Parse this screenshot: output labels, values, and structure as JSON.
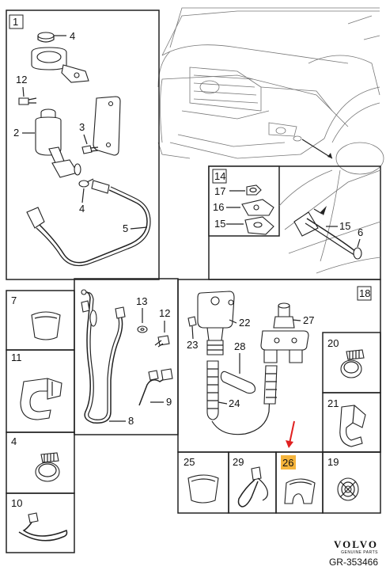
{
  "diagram": {
    "groups": {
      "group1": "1",
      "group14": "14",
      "group18": "18"
    },
    "parts": {
      "p4_top": "4",
      "p12_top": "12",
      "p2": "2",
      "p3": "3",
      "p4_mid": "4",
      "p5": "5",
      "p17": "17",
      "p16": "16",
      "p15_inset": "15",
      "p15_car": "15",
      "p6": "6",
      "p7": "7",
      "p13": "13",
      "p12_mid": "12",
      "p9": "9",
      "p8": "8",
      "p11": "11",
      "p4_left": "4",
      "p10": "10",
      "p22": "22",
      "p23": "23",
      "p27": "27",
      "p28": "28",
      "p24": "24",
      "p20": "20",
      "p21": "21",
      "p25": "25",
      "p29": "29",
      "p26": "26",
      "p19": "19"
    },
    "highlighted_part": "26",
    "highlight_color": "#f5b43c",
    "arrow_color": "#e02020"
  },
  "footer": {
    "brand": "VOLVO",
    "brand_sub": "GENUINE PARTS",
    "reference": "GR-353466"
  }
}
